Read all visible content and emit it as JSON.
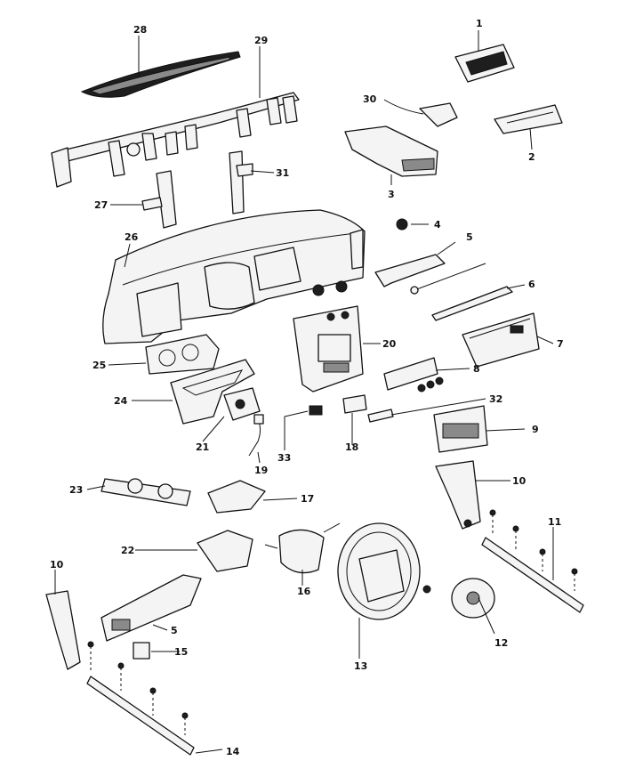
{
  "diagram": {
    "callouts": [
      {
        "id": "c1",
        "label": "1"
      },
      {
        "id": "c2",
        "label": "2"
      },
      {
        "id": "c3",
        "label": "3"
      },
      {
        "id": "c4",
        "label": "4"
      },
      {
        "id": "c5a",
        "label": "5"
      },
      {
        "id": "c6",
        "label": "6"
      },
      {
        "id": "c7",
        "label": "7"
      },
      {
        "id": "c8",
        "label": "8"
      },
      {
        "id": "c9",
        "label": "9"
      },
      {
        "id": "c10a",
        "label": "10"
      },
      {
        "id": "c10b",
        "label": "10"
      },
      {
        "id": "c11",
        "label": "11"
      },
      {
        "id": "c12",
        "label": "12"
      },
      {
        "id": "c13",
        "label": "13"
      },
      {
        "id": "c14",
        "label": "14"
      },
      {
        "id": "c15",
        "label": "15"
      },
      {
        "id": "c5b",
        "label": "5"
      },
      {
        "id": "c16",
        "label": "16"
      },
      {
        "id": "c17",
        "label": "17"
      },
      {
        "id": "c18",
        "label": "18"
      },
      {
        "id": "c19",
        "label": "19"
      },
      {
        "id": "c20",
        "label": "20"
      },
      {
        "id": "c21",
        "label": "21"
      },
      {
        "id": "c22",
        "label": "22"
      },
      {
        "id": "c23",
        "label": "23"
      },
      {
        "id": "c24",
        "label": "24"
      },
      {
        "id": "c25",
        "label": "25"
      },
      {
        "id": "c26",
        "label": "26"
      },
      {
        "id": "c27",
        "label": "27"
      },
      {
        "id": "c28",
        "label": "28"
      },
      {
        "id": "c29",
        "label": "29"
      },
      {
        "id": "c30",
        "label": "30"
      },
      {
        "id": "c31",
        "label": "31"
      },
      {
        "id": "c32",
        "label": "32"
      },
      {
        "id": "c33",
        "label": "33"
      }
    ]
  }
}
